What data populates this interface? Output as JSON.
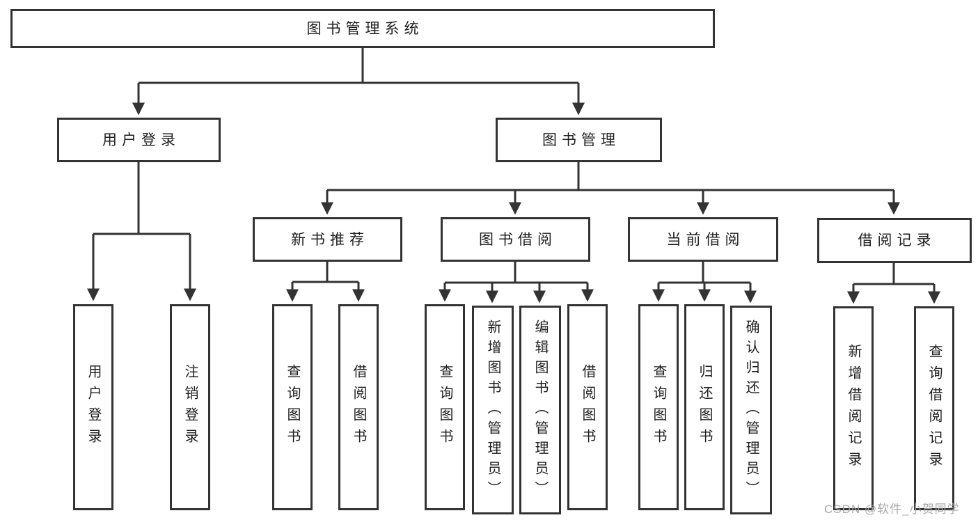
{
  "diagram": {
    "root": {
      "label": "图书管理系统"
    },
    "level2": [
      {
        "label": "用户登录",
        "leaves": [
          {
            "label": "用户登录"
          },
          {
            "label": "注销登录"
          }
        ]
      },
      {
        "label": "图书管理",
        "sections": [
          {
            "label": "新书推荐",
            "leaves": [
              {
                "label": "查询图书"
              },
              {
                "label": "借阅图书"
              }
            ]
          },
          {
            "label": "图书借阅",
            "leaves": [
              {
                "label": "查询图书"
              },
              {
                "label": "新增图书（管理员）"
              },
              {
                "label": "编辑图书（管理员）"
              },
              {
                "label": "借阅图书"
              }
            ]
          },
          {
            "label": "当前借阅",
            "leaves": [
              {
                "label": "查询图书"
              },
              {
                "label": "归还图书"
              },
              {
                "label": "确认归还（管理员）"
              }
            ]
          },
          {
            "label": "借阅记录",
            "leaves": [
              {
                "label": "新增借阅记录"
              },
              {
                "label": "查询借阅记录"
              }
            ]
          }
        ]
      }
    ]
  },
  "watermark": {
    "text": "CSDN @软件_小贺同学"
  },
  "colors": {
    "line": "#333333",
    "box_border": "#333333",
    "box_fill": "#ffffff",
    "text": "#1f1f1f",
    "watermark": "#a5a5a5",
    "background": "#ffffff"
  }
}
